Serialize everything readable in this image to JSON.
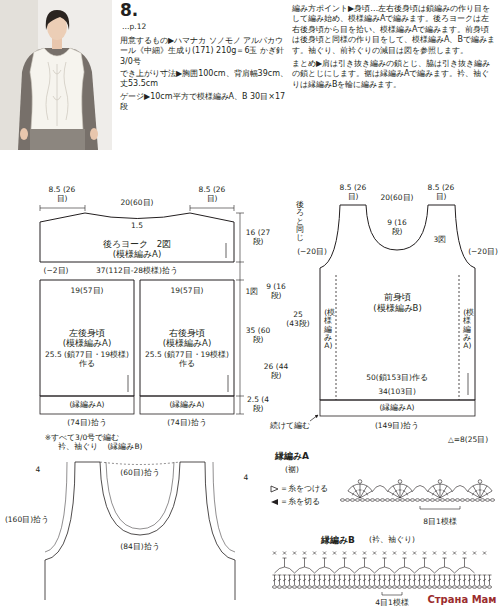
{
  "diagram": {
    "title": "8.",
    "nodes": [
      {
        "text": [
          "後ろヨーク　2図",
          "(模様編みA)"
        ]
      },
      {
        "text": [
          "左後身頃",
          "(模様編みA)"
        ]
      },
      {
        "text": [
          "右後身頃",
          "(模様編みA)"
        ]
      },
      {
        "text": [
          "前身頃",
          "(模様編みB)"
        ]
      }
    ],
    "labels": [
      "…p.12",
      "用意するもの▶ハマナカ ソノモノ アルパカウール《中細》生成り(171) 210g＝6玉 かぎ針3/0号",
      "でき上がり寸法▶胸囲100cm、背肩幅39cm、丈53.5cm",
      "ゲージ▶10cm平方で模様編みA、B 30目×17段",
      "編み方ポイント▶身頃…左右後身頃は鎖編みの作り目をして編み始め、模様編みAで編みます。後ろヨークは左右後身頃から目を拾い、模様編みAで編みます。前身頃は後身頃と同様の作り目をして、模様編みA、Bで編みます。袖ぐり、前衿ぐりの減目は図を参照します。",
      "まとめ▶肩は引き抜き編みの鎖とじ、脇は引き抜き編みの鎖とじにします。裾は縁編みAで編みます。衿、袖ぐりは縁編みBを輪に編みます。",
      "8.5 (26目)",
      "20(60目)",
      "8.5 (26目)",
      "1.5",
      "16 (27段)",
      "37(112目-28模様)拾う",
      "(−2目)",
      "19(57目)",
      "19(57目)",
      "25.5 (鎖77目・19模様)作る",
      "25.5 (鎖77目・19模様)作る",
      "(縁編みA)",
      "(縁編みA)",
      "(74目)拾う",
      "(74目)拾う",
      "1図",
      "9 (16段)",
      "35 (60段)",
      "26 (44段)",
      "2.5 (4段)",
      "※すべて3/0号で編む",
      "8.5 (26目)",
      "20(60目)",
      "8.5 (26目)",
      "後ろと同じ",
      "(−20目)",
      "(−20目)",
      "9 (16段)",
      "3図",
      "25 (43段)",
      "(模様編みA)",
      "(模様編みA)",
      "50(鎖153目)作る",
      "34(103目)",
      "(縁編みA)",
      "(149目)拾う",
      "続けて編む",
      "△=8(25目)",
      "衿、袖ぐり",
      "(縁編みB)",
      "4",
      "(60目)拾う",
      "(84目)拾う",
      "(160目)拾う",
      "4",
      "縁編みA",
      "(裾)",
      "8目1模様",
      "縁編みB",
      "(衿、袖ぐり)",
      "4目1模様",
      "Страна Мам"
    ],
    "legend": [
      {
        "text": "＝糸をつける"
      },
      {
        "text": "＝糸を切る"
      }
    ]
  }
}
